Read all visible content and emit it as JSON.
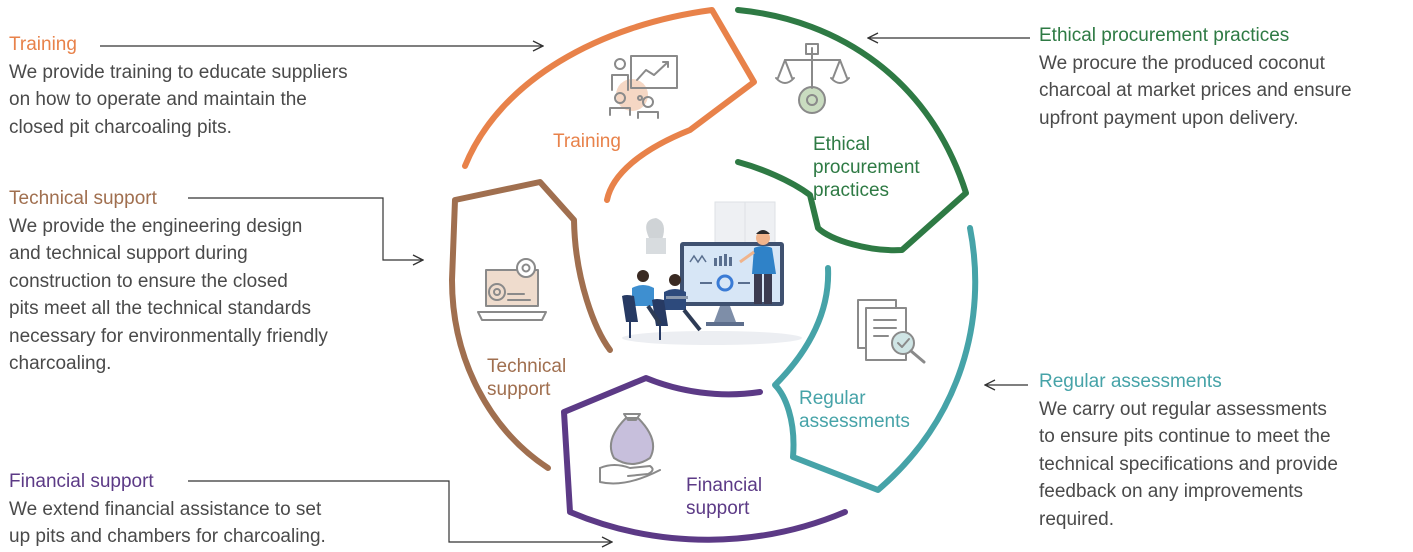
{
  "left_blocks": [
    {
      "title": "Training",
      "body": [
        "We provide training to educate suppliers",
        "on how to operate and maintain the",
        "closed pit charcoaling pits."
      ],
      "color": "#e8824a"
    },
    {
      "title": "Technical support",
      "body": [
        "We provide the engineering design",
        "and technical support during",
        "construction to ensure the closed",
        "pits meet all the technical standards",
        "necessary for environmentally friendly",
        "charcoaling."
      ],
      "color": "#a06f4f"
    },
    {
      "title": "Financial support",
      "body": [
        "We extend financial assistance to set",
        "up pits and chambers for charcoaling."
      ],
      "color": "#5c3a86"
    }
  ],
  "right_blocks": [
    {
      "title": "Ethical procurement practices",
      "body": [
        "We procure the produced coconut",
        "charcoal at market prices and ensure",
        "upfront payment upon delivery."
      ],
      "color": "#2e7a44"
    },
    {
      "title": "Regular assessments",
      "body": [
        "We carry out regular assessments",
        "to ensure pits continue to meet the",
        "technical specifications and provide",
        "feedback on any improvements",
        "required."
      ],
      "color": "#46a3a8"
    }
  ],
  "segments": {
    "training": {
      "label": [
        "Training"
      ],
      "color": "#e8824a"
    },
    "ethical": {
      "label": [
        "Ethical",
        "procurement",
        "practices"
      ],
      "color": "#2e7a44"
    },
    "regular": {
      "label": [
        "Regular",
        "assessments"
      ],
      "color": "#46a3a8"
    },
    "financial": {
      "label": [
        "Financial",
        "support"
      ],
      "color": "#5c3a86"
    },
    "technical": {
      "label": [
        "Technical",
        "support"
      ],
      "color": "#a06f4f"
    }
  },
  "icons": [
    "presentation-icon",
    "scales-gear-icon",
    "document-magnifier-icon",
    "money-bag-hand-icon",
    "laptop-gears-icon",
    "office-meeting-illustration"
  ]
}
